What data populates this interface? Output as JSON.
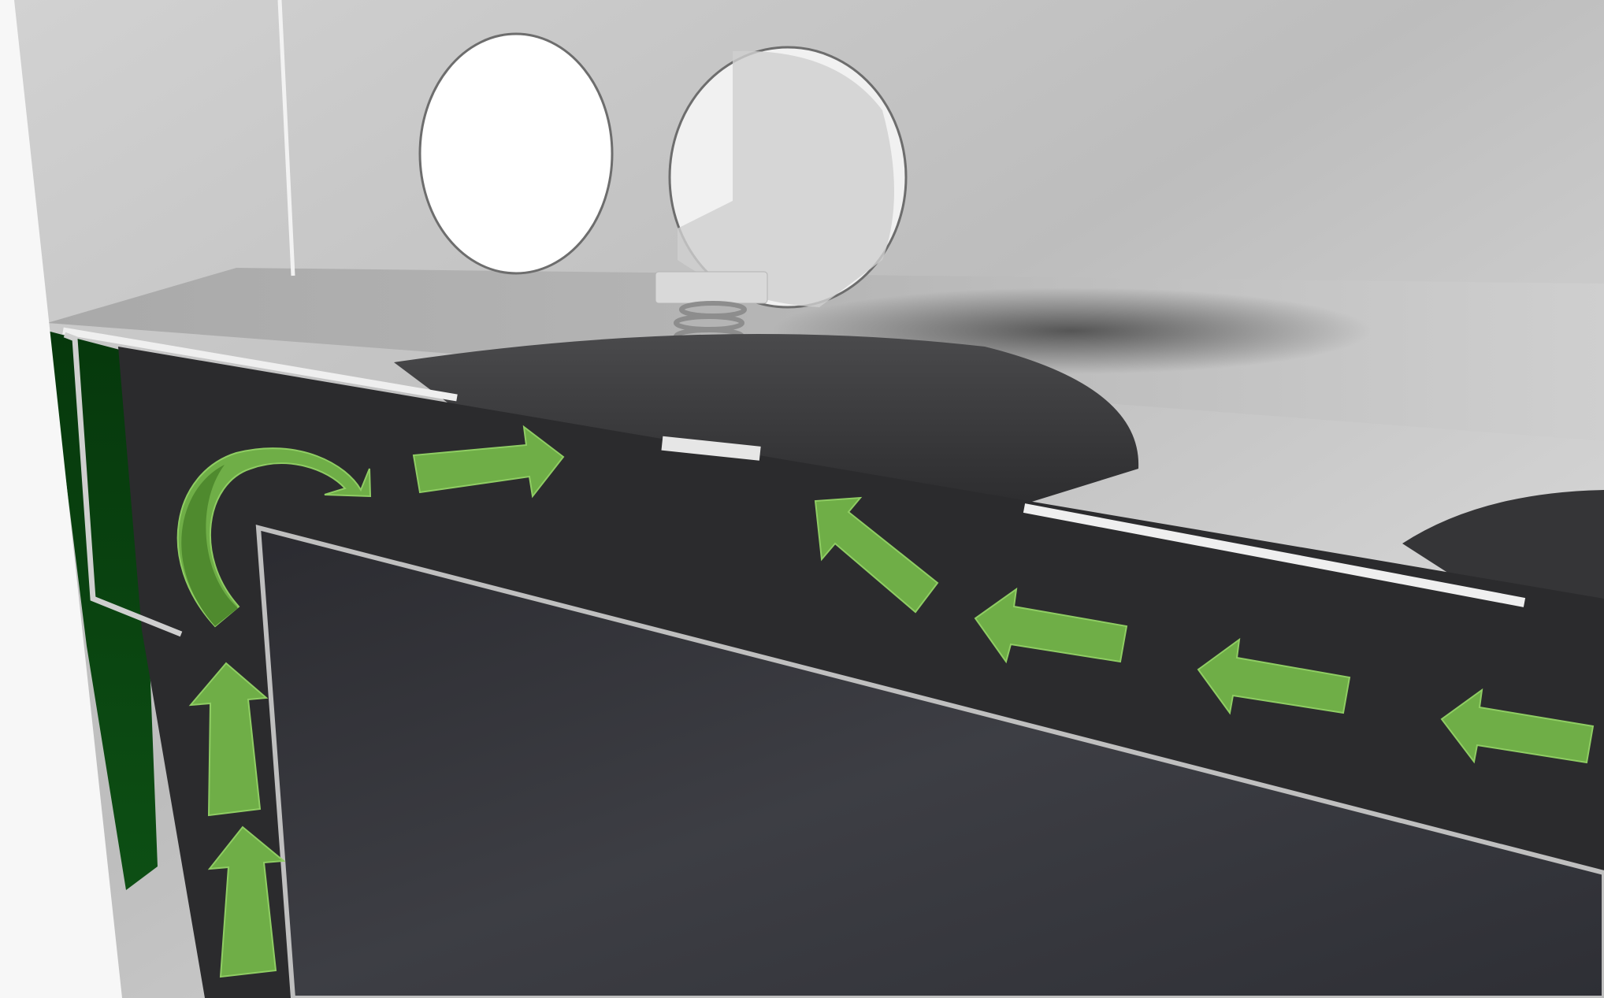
{
  "scene": {
    "subject": "3d-render-airflow",
    "colors": {
      "arrow": "#6fae47",
      "arrow_dark": "#4f8a2e",
      "arrow_outline": "#8fcd63",
      "panel": "#2c2c2e",
      "screen": "#38383c",
      "wall_light": "#dadada",
      "wall_mid": "#bdbdbd",
      "green_accent": "#0f5a16",
      "vent_hole": "#ffffff",
      "disc": "#3a3a3c",
      "spring": "#9a9a9a"
    },
    "arrows": {
      "vertical_up": [
        "arrow-up-lower",
        "arrow-up-upper"
      ],
      "curved": "arrow-curved-turn",
      "top_right": "arrow-right-top",
      "incoming_left": [
        "arrow-left-1",
        "arrow-left-2",
        "arrow-left-3",
        "arrow-up-left-diagonal"
      ]
    },
    "components": [
      "vent-hole",
      "vent-hole",
      "spring",
      "spring-cap",
      "cover-disc",
      "outer-panel",
      "display-screen"
    ]
  }
}
